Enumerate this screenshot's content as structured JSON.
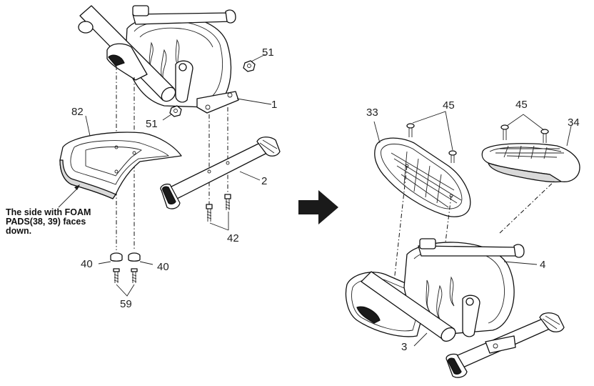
{
  "note": {
    "line1": "The side with FOAM",
    "line2": "PADS(38, 39) faces",
    "line3": "down."
  },
  "labels": {
    "p51a": "51",
    "p1": "1",
    "p82": "82",
    "p51b": "51",
    "p2": "2",
    "p42": "42",
    "p40a": "40",
    "p40b": "40",
    "p59": "59",
    "p33": "33",
    "p45a": "45",
    "p45b": "45",
    "p34": "34",
    "p4": "4",
    "p3": "3"
  },
  "arrow": {
    "direction": "right",
    "color": "#1a1a1a"
  }
}
